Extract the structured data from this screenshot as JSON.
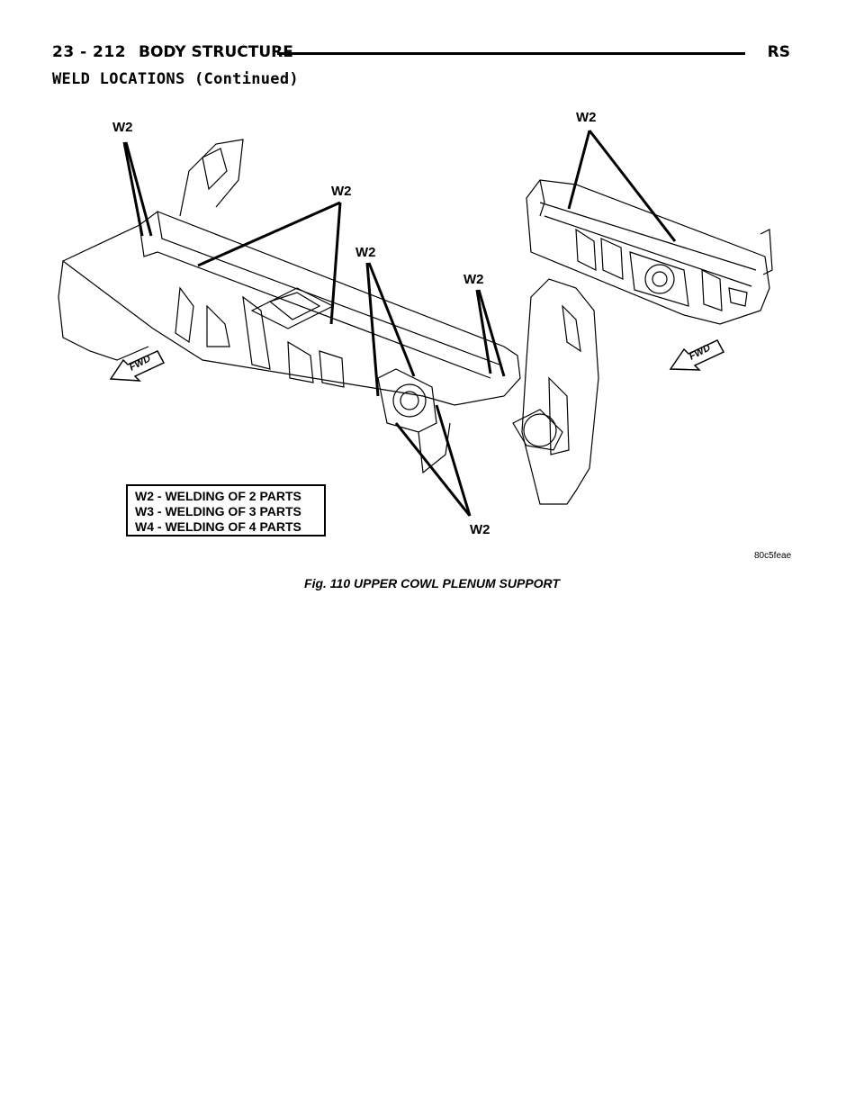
{
  "header": {
    "page_number": "23 - 212",
    "section_title": "BODY STRUCTURE",
    "code": "RS"
  },
  "subheading": "WELD LOCATIONS (Continued)",
  "figure": {
    "labels": [
      "W2",
      "W2",
      "W2",
      "W2",
      "W2",
      "W2"
    ],
    "fwd_label": "FWD",
    "legend": [
      "W2 - WELDING OF 2 PARTS",
      "W3 - WELDING OF 3 PARTS",
      "W4 - WELDING OF 4 PARTS"
    ],
    "figure_id": "80c5feae",
    "caption": "Fig. 110 UPPER COWL PLENUM SUPPORT"
  }
}
